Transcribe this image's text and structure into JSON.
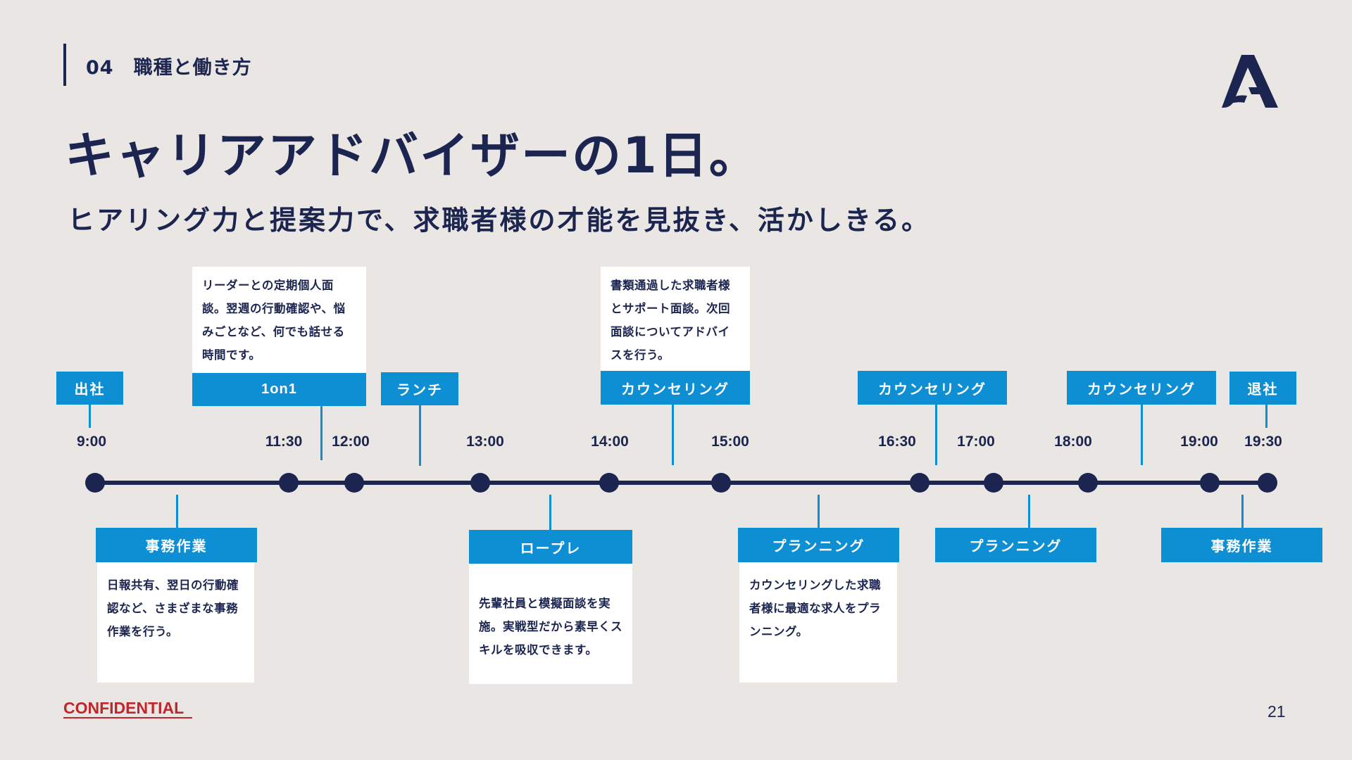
{
  "header": {
    "section_label": "04　職種と働き方",
    "title": "キャリアアドバイザーの1日。",
    "subtitle": "ヒアリング力と提案力で、求職者様の才能を見抜き、活かしきる。"
  },
  "footer": {
    "confidential": "CONFIDENTIAL",
    "page_number": "21"
  },
  "times": [
    "9:00",
    "11:30",
    "12:00",
    "13:00",
    "14:00",
    "15:00",
    "16:30",
    "17:00",
    "18:00",
    "19:00",
    "19:30"
  ],
  "activities": {
    "arrive": {
      "label": "出社"
    },
    "one_on_one": {
      "label": "1on1",
      "desc": "リーダーとの定期個人面談。翌週の行動確認や、悩みごとなど、何でも話せる時間です。"
    },
    "lunch": {
      "label": "ランチ"
    },
    "counseling_1": {
      "label": "カウンセリング",
      "desc": "書類通過した求職者様とサポート面談。次回面談についてアドバイスを行う。"
    },
    "counseling_2": {
      "label": "カウンセリング"
    },
    "counseling_3": {
      "label": "カウンセリング"
    },
    "leave": {
      "label": "退社"
    },
    "office_work_1": {
      "label": "事務作業",
      "desc": "日報共有、翌日の行動確認など、さまざまな事務作業を行う。"
    },
    "roleplay": {
      "label": "ロープレ",
      "desc": "先輩社員と模擬面談を実施。実戦型だから素早くスキルを吸収できます。"
    },
    "planning_1": {
      "label": "プランニング",
      "desc": "カウンセリングした求職者様に最適な求人をプランニング。"
    },
    "planning_2": {
      "label": "プランニング"
    },
    "office_work_2": {
      "label": "事務作業"
    }
  },
  "colors": {
    "navy": "#1b2550",
    "blue": "#0e8fd4",
    "background": "#e9e6e3",
    "confidential_red": "#c0272d"
  }
}
